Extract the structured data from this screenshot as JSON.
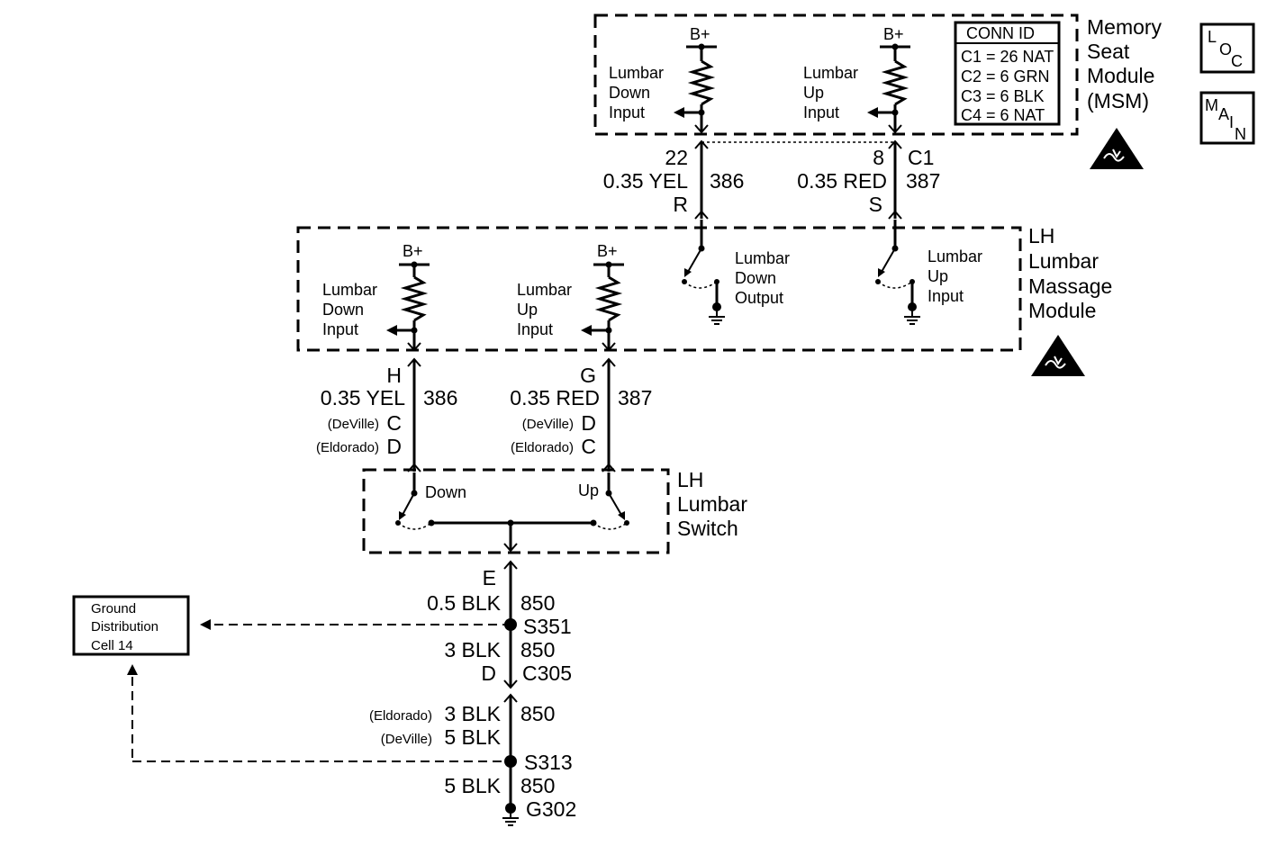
{
  "msm": {
    "title": [
      "Memory",
      "Seat",
      "Module",
      "(MSM)"
    ],
    "bplus": "B+",
    "down_input": [
      "Lumbar",
      "Down",
      "Input"
    ],
    "up_input": [
      "Lumbar",
      "Up",
      "Input"
    ],
    "conn_id": {
      "title": "CONN ID",
      "rows": [
        "C1 = 26 NAT",
        "C2 = 6 GRN",
        "C3 = 6 BLK",
        "C4 = 6 NAT"
      ]
    }
  },
  "badges": {
    "loc": [
      "L",
      "O",
      "C"
    ],
    "main": [
      "M",
      "A",
      "I",
      "N"
    ]
  },
  "wire_top_left": {
    "pin": "22",
    "color": "0.35 YEL",
    "circuit": "386",
    "pin2": "R"
  },
  "wire_top_right": {
    "pin": "8",
    "connector": "C1",
    "color": "0.35 RED",
    "circuit": "387",
    "pin2": "S"
  },
  "lmm": {
    "title": [
      "LH",
      "Lumbar",
      "Massage",
      "Module"
    ],
    "bplus": "B+",
    "down_input": [
      "Lumbar",
      "Down",
      "Input"
    ],
    "up_input": [
      "Lumbar",
      "Up",
      "Input"
    ],
    "down_output": [
      "Lumbar",
      "Down",
      "Output"
    ],
    "up_input_right": [
      "Lumbar",
      "Up",
      "Input"
    ]
  },
  "wire_mid_left": {
    "pin": "H",
    "color": "0.35 YEL",
    "circuit": "386",
    "deville": "(DeVille)",
    "deville_pin": "C",
    "eldorado": "(Eldorado)",
    "eldorado_pin": "D"
  },
  "wire_mid_right": {
    "pin": "G",
    "color": "0.35 RED",
    "circuit": "387",
    "deville": "(DeVille)",
    "deville_pin": "D",
    "eldorado": "(Eldorado)",
    "eldorado_pin": "C"
  },
  "switch": {
    "title": [
      "LH",
      "Lumbar",
      "Switch"
    ],
    "down": "Down",
    "up": "Up"
  },
  "ground_path": {
    "pin_e": "E",
    "w1_color": "0.5 BLK",
    "w1_circuit": "850",
    "splice1": "S351",
    "w2_color": "3 BLK",
    "w2_circuit": "850",
    "pin_d": "D",
    "connector": "C305",
    "eldorado": "(Eldorado)",
    "eld_color": "3 BLK",
    "eld_circuit": "850",
    "deville": "(DeVille)",
    "dev_color": "5 BLK",
    "splice2": "S313",
    "w4_color": "5 BLK",
    "w4_circuit": "850",
    "ground": "G302"
  },
  "gdc": {
    "lines": [
      "Ground",
      "Distribution",
      "Cell 14"
    ]
  }
}
